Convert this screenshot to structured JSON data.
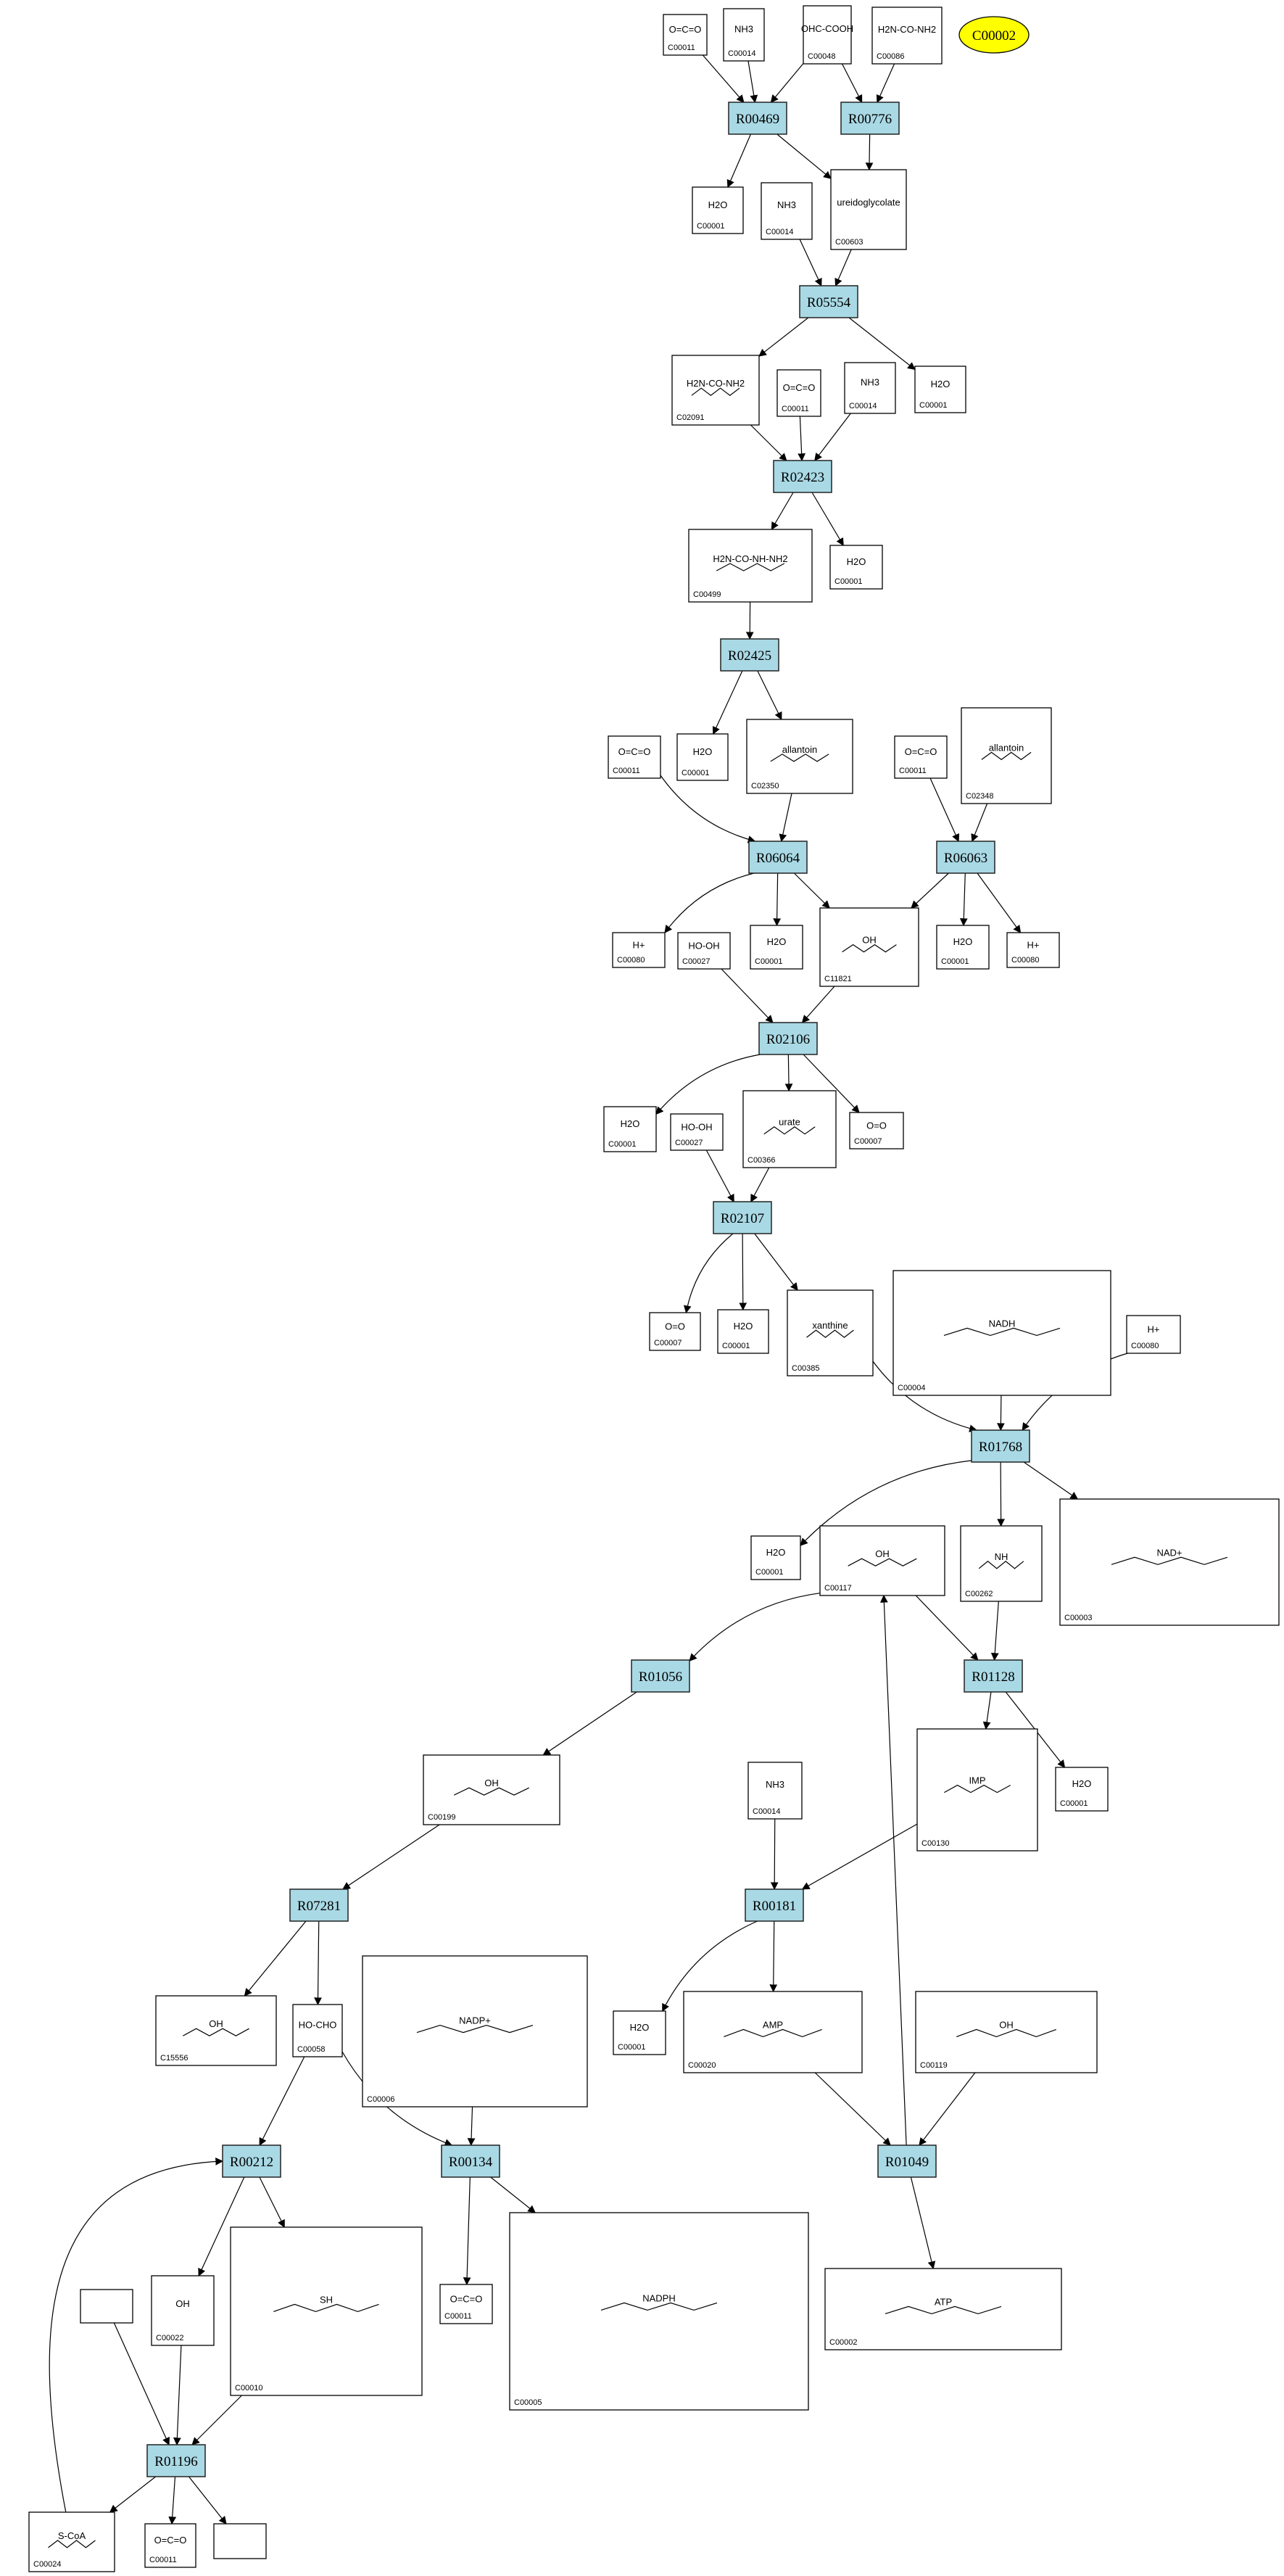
{
  "seed": {
    "id": "C00002"
  },
  "reactions": [
    "R00469",
    "R00776",
    "R05554",
    "R02423",
    "R02425",
    "R06064",
    "R06063",
    "R02106",
    "R02107",
    "R01768",
    "R01056",
    "R01128",
    "R07281",
    "R00181",
    "R00212",
    "R00134",
    "R01049",
    "R01196"
  ],
  "compounds": [
    {
      "key": "c1",
      "id": "C00011",
      "struct": "O=C=O"
    },
    {
      "key": "c2",
      "id": "C00014",
      "struct": "NH3"
    },
    {
      "key": "c3",
      "id": "C00048",
      "struct": "OHC-COOH"
    },
    {
      "key": "c4",
      "id": "C00086",
      "struct": "H2N-CO-NH2"
    },
    {
      "key": "c5",
      "id": "C00001",
      "struct": "H2O"
    },
    {
      "key": "c6",
      "id": "C00014",
      "struct": "NH3"
    },
    {
      "key": "c7",
      "id": "C00603",
      "struct": "ureidoglycolate"
    },
    {
      "key": "c8",
      "id": "C02091",
      "struct": "H2N-CO-NH2"
    },
    {
      "key": "c9",
      "id": "C00011",
      "struct": "O=C=O"
    },
    {
      "key": "c10",
      "id": "C00014",
      "struct": "NH3"
    },
    {
      "key": "c11",
      "id": "C00001",
      "struct": "H2O"
    },
    {
      "key": "c12",
      "id": "C00499",
      "struct": "H2N-CO-NH-NH2"
    },
    {
      "key": "c13",
      "id": "C00001",
      "struct": "H2O"
    },
    {
      "key": "c14",
      "id": "C00011",
      "struct": "O=C=O"
    },
    {
      "key": "c15",
      "id": "C00001",
      "struct": "H2O"
    },
    {
      "key": "c16",
      "id": "C02350",
      "struct": "allantoin"
    },
    {
      "key": "c17",
      "id": "C00011",
      "struct": "O=C=O"
    },
    {
      "key": "c18",
      "id": "C02348",
      "struct": "allantoin"
    },
    {
      "key": "c19",
      "id": "C00080",
      "struct": "H+"
    },
    {
      "key": "c20",
      "id": "C00027",
      "struct": "HO-OH"
    },
    {
      "key": "c21",
      "id": "C00001",
      "struct": "H2O"
    },
    {
      "key": "c22",
      "id": "C11821",
      "struct": "OH"
    },
    {
      "key": "c23",
      "id": "C00001",
      "struct": "H2O"
    },
    {
      "key": "c24",
      "id": "C00080",
      "struct": "H+"
    },
    {
      "key": "c25",
      "id": "C00001",
      "struct": "H2O"
    },
    {
      "key": "c26",
      "id": "C00027",
      "struct": "HO-OH"
    },
    {
      "key": "c27",
      "id": "C00366",
      "struct": "urate"
    },
    {
      "key": "c28",
      "id": "C00007",
      "struct": "O=O"
    },
    {
      "key": "c29",
      "id": "C00007",
      "struct": "O=O"
    },
    {
      "key": "c30",
      "id": "C00001",
      "struct": "H2O"
    },
    {
      "key": "c31",
      "id": "C00385",
      "struct": "xanthine"
    },
    {
      "key": "c32",
      "id": "C00004",
      "struct": "NADH"
    },
    {
      "key": "c33",
      "id": "C00080",
      "struct": "H+"
    },
    {
      "key": "c34",
      "id": "C00001",
      "struct": "H2O"
    },
    {
      "key": "c35",
      "id": "C00117",
      "struct": "OH"
    },
    {
      "key": "c36",
      "id": "C00262",
      "struct": "NH"
    },
    {
      "key": "c37",
      "id": "C00003",
      "struct": "NAD+"
    },
    {
      "key": "c38",
      "id": "C00199",
      "struct": "OH"
    },
    {
      "key": "c39",
      "id": "C00014",
      "struct": "NH3"
    },
    {
      "key": "c40",
      "id": "C00130",
      "struct": "IMP"
    },
    {
      "key": "c41",
      "id": "C00001",
      "struct": "H2O"
    },
    {
      "key": "c42",
      "id": "C15556",
      "struct": "OH"
    },
    {
      "key": "c43",
      "id": "C00058",
      "struct": "HO-CHO"
    },
    {
      "key": "c44",
      "id": "C00006",
      "struct": "NADP+"
    },
    {
      "key": "c45",
      "id": "C00001",
      "struct": "H2O"
    },
    {
      "key": "c46",
      "id": "C00020",
      "struct": "AMP"
    },
    {
      "key": "c47",
      "id": "C00119",
      "struct": "OH"
    },
    {
      "key": "c48",
      "id": "C00022",
      "struct": "OH"
    },
    {
      "key": "c49",
      "id": "C00010",
      "struct": "SH"
    },
    {
      "key": "c50",
      "id": "C00011",
      "struct": "O=C=O"
    },
    {
      "key": "c51",
      "id": "C00005",
      "struct": "NADPH"
    },
    {
      "key": "c52",
      "id": "C00002",
      "struct": "ATP"
    },
    {
      "key": "c53",
      "id": "",
      "struct": ""
    },
    {
      "key": "c54",
      "id": "C00024",
      "struct": "S-CoA"
    },
    {
      "key": "c55",
      "id": "C00011",
      "struct": "O=C=O"
    },
    {
      "key": "c56",
      "id": "",
      "struct": ""
    }
  ]
}
